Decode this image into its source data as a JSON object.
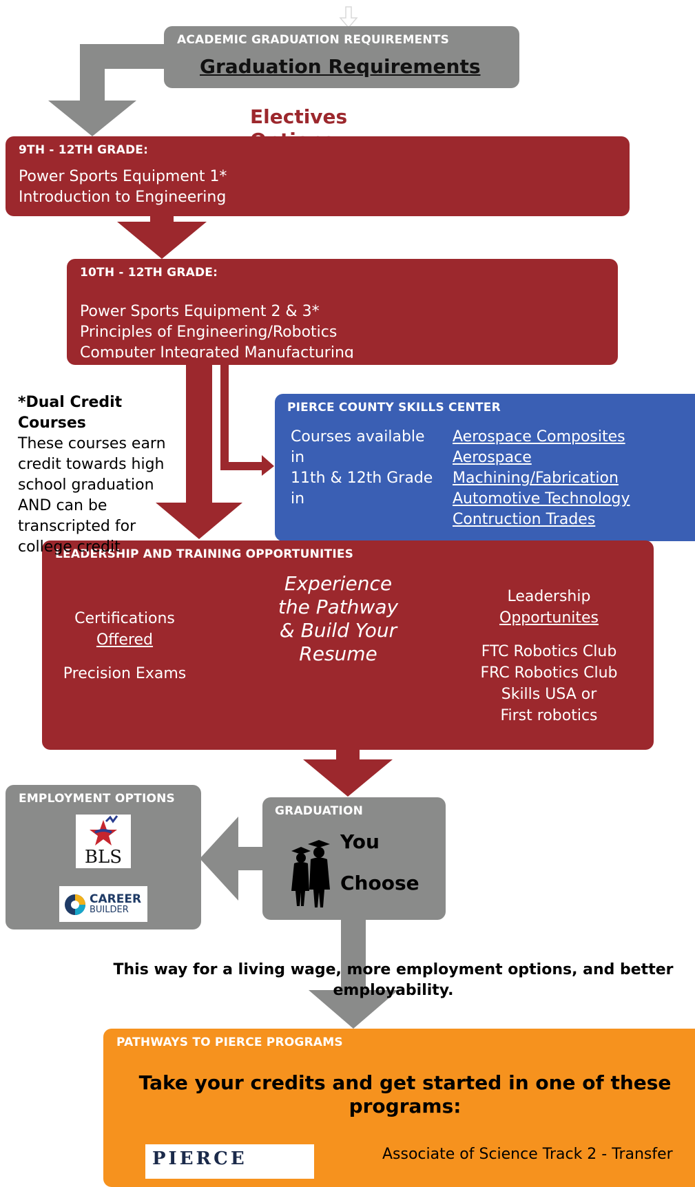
{
  "top": {
    "header": "ACADEMIC GRADUATION REQUIREMENTS",
    "link": "Graduation Requirements"
  },
  "electives_title": "Electives Options",
  "grade9": {
    "header": "9TH - 12TH GRADE:",
    "courses": [
      "Power Sports Equipment 1*",
      "Introduction to Engineering"
    ]
  },
  "grade10": {
    "header": "10TH - 12TH GRADE:",
    "courses": [
      "Power Sports Equipment 2 & 3*",
      "Principles of Engineering/Robotics",
      "Computer Integrated Manufacturing"
    ]
  },
  "dual_credit": {
    "title": "*Dual Credit Courses",
    "body": [
      "These courses earn",
      "credit towards high",
      "school graduation",
      "AND can be",
      "transcripted for",
      "college credit"
    ]
  },
  "skills_center": {
    "header": "PIERCE COUNTY SKILLS CENTER",
    "intro": [
      "Courses available",
      "in",
      "11th & 12th Grade",
      "in"
    ],
    "programs": [
      "Aerospace Composites",
      "Aerospace",
      "Machining/Fabrication",
      "Automotive Technology",
      "Contruction Trades"
    ]
  },
  "leadership": {
    "header": "LEADERSHIP AND TRAINING OPPORTUNITIES",
    "cert_label": "Certifications",
    "cert_link": "Offered",
    "exams": "Precision Exams",
    "slogan": [
      "Experience",
      "the Pathway",
      "& Build Your",
      "Resume"
    ],
    "lead_label": "Leadership",
    "lead_link": "Opportunites",
    "clubs": [
      "FTC Robotics Club",
      "FRC Robotics Club",
      "Skills USA or",
      "First robotics"
    ]
  },
  "employment": {
    "header": "EMPLOYMENT OPTIONS",
    "bls_logo": "BLS",
    "cb_logo_line1": "CAREER",
    "cb_logo_line2": "BUILDER"
  },
  "graduation": {
    "header": "GRADUATION",
    "line1": "You",
    "line2": "Choose"
  },
  "living_wage": [
    "This way for a living wage, more employment options,  and better",
    "employability."
  ],
  "pierce": {
    "header": "PATHWAYS TO PIERCE PROGRAMS",
    "title": [
      "Take your credits and get started in one of these",
      "programs:"
    ],
    "logo_text": "PIERCE",
    "program_first": "Associate of Science Track 2 - Transfer"
  },
  "colors": {
    "red": "#9c282d",
    "gray": "#8a8b8a",
    "blue": "#3a5fb4",
    "orange": "#f6921e",
    "elective_title": "#9c282d"
  }
}
